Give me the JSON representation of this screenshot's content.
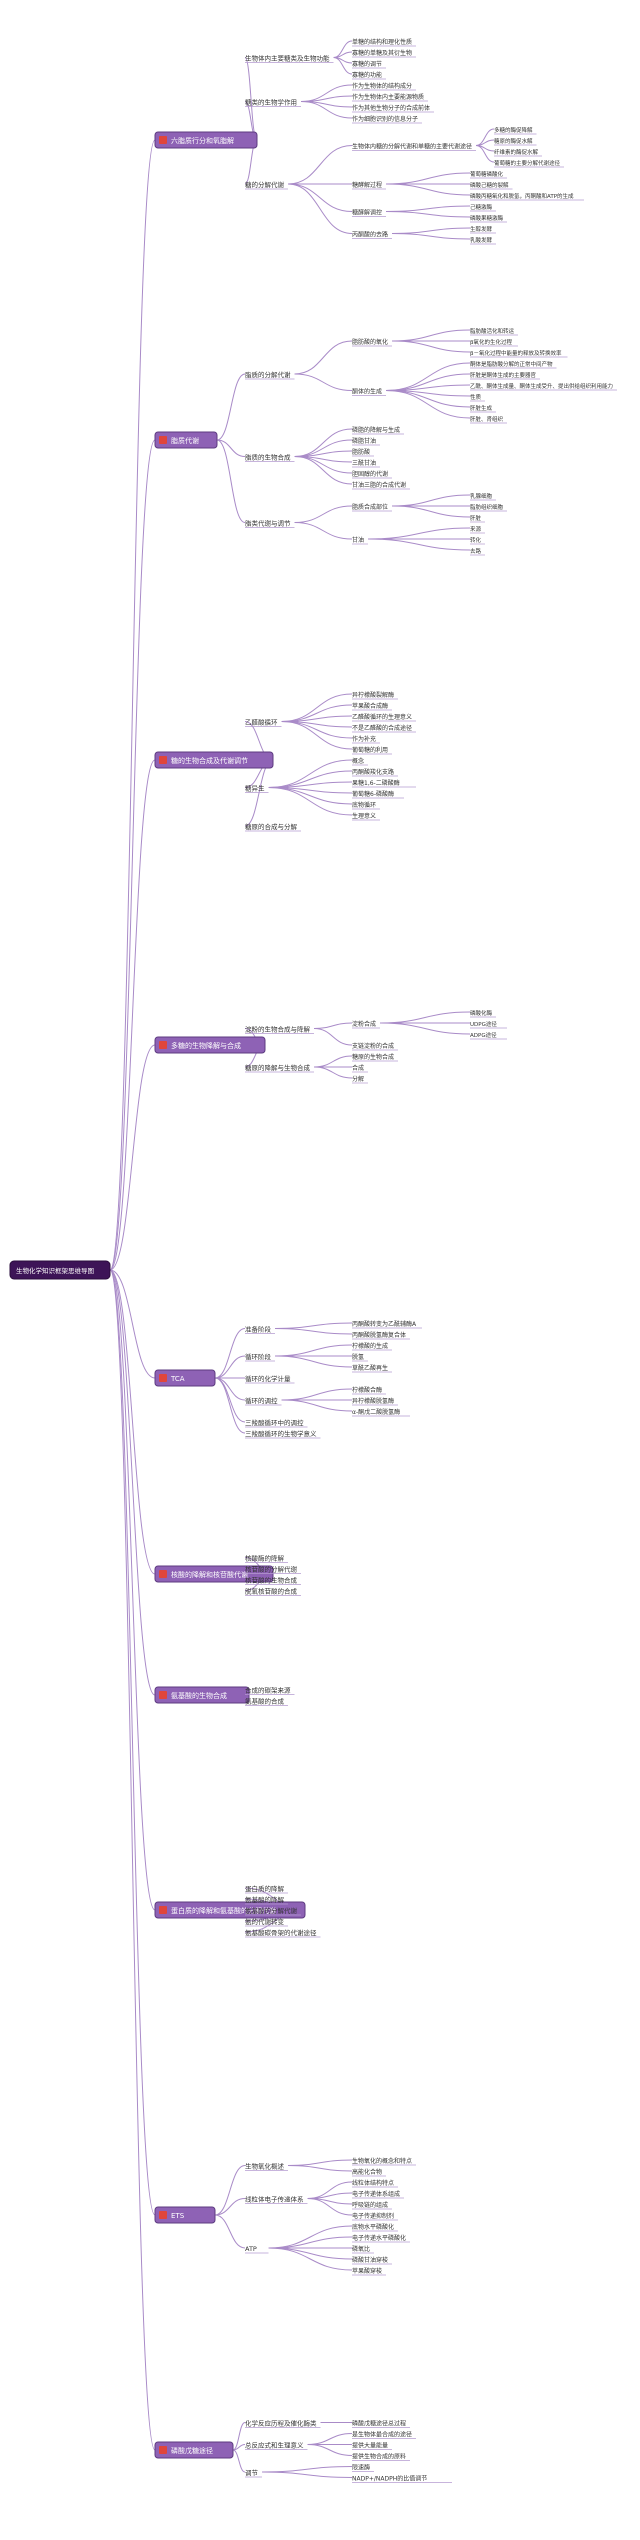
{
  "root": "生物化学知识框架思维导图",
  "branches": [
    {
      "label": "六脂质行分和氧脂解",
      "children": [
        {
          "label": "生物体内主要糖类及生物功能",
          "children": [
            {
              "label": "单糖的结构和理化性质"
            },
            {
              "label": "寡糖的单糖及其衍生物"
            },
            {
              "label": "寡糖的调节"
            },
            {
              "label": "寡糖的功能"
            }
          ]
        },
        {
          "label": "糖类的生物学作用",
          "children": [
            {
              "label": "作为生物体的结构成分"
            },
            {
              "label": "作为生物体内主要能源物质"
            },
            {
              "label": "作为其他生物分子的合成前体"
            },
            {
              "label": "作为细胞识别的信息分子"
            }
          ]
        },
        {
          "label": "糖的分解代谢",
          "children": [
            {
              "label": "生物体内糖的分解代谢和单糖的主要代谢途径",
              "children": [
                {
                  "label": "多糖的酶促降解"
                },
                {
                  "label": "糖原的酶促水解"
                },
                {
                  "label": "纤维素的酶促水解"
                },
                {
                  "label": "葡萄糖的主要分解代谢途径"
                }
              ]
            },
            {
              "label": "糖酵解过程",
              "children": [
                {
                  "label": "葡萄糖磷酸化"
                },
                {
                  "label": "磷酸己糖的裂解"
                },
                {
                  "label": "磷酸丙糖氧化和脱氢，丙酮酸和ATP的生成"
                }
              ]
            },
            {
              "label": "糖酵解调控",
              "children": [
                {
                  "label": "己糖激酶"
                },
                {
                  "label": "磷酸果糖激酶"
                }
              ]
            },
            {
              "label": "丙酮酸的去路",
              "children": [
                {
                  "label": "生醇发酵"
                },
                {
                  "label": "乳酸发酵"
                }
              ]
            }
          ]
        }
      ]
    },
    {
      "label": "脂质代谢",
      "children": [
        {
          "label": "脂质的分解代谢",
          "children": [
            {
              "label": "脂肪酸的氧化",
              "children": [
                {
                  "label": "脂肪酸活化和转运"
                },
                {
                  "label": "β氧化的生化过程"
                },
                {
                  "label": "β－氧化过程中能量的释放及转换效率"
                }
              ]
            },
            {
              "label": "酮体的生成",
              "children": [
                {
                  "label": "酮体是脂肪酸分解的正常中间产物"
                },
                {
                  "label": "肝脏是酮体生成的主要器官"
                },
                {
                  "label": "乙酰、酮体生成量、酮体生成受升、提出供给组织利用能力"
                },
                {
                  "label": "性质"
                },
                {
                  "label": "肝脏生成"
                },
                {
                  "label": "肝脏、肾组织"
                }
              ]
            }
          ]
        },
        {
          "label": "脂质的生物合成",
          "children": [
            {
              "label": "磷脂的降解与生成"
            },
            {
              "label": "磷脂甘油"
            },
            {
              "label": "脂肪酸"
            },
            {
              "label": "三酰甘油"
            },
            {
              "label": "胆固醇的代谢"
            },
            {
              "label": "甘油三脂的合成代谢"
            }
          ]
        },
        {
          "label": "脂类代谢与调节",
          "children": [
            {
              "label": "脂质合成部位",
              "children": [
                {
                  "label": "乳腺细胞"
                },
                {
                  "label": "脂肪组织细胞"
                },
                {
                  "label": "肝脏"
                }
              ]
            },
            {
              "label": "甘油",
              "children": [
                {
                  "label": "来源"
                },
                {
                  "label": "转化"
                },
                {
                  "label": "去路"
                }
              ]
            }
          ]
        }
      ]
    },
    {
      "label": "糖的生物合成及代谢调节",
      "children": [
        {
          "label": "乙醛酸循环",
          "children": [
            {
              "label": "异柠檬酸裂解酶"
            },
            {
              "label": "苹果酸合成酶"
            },
            {
              "label": "乙醛酸循环的生理意义"
            },
            {
              "label": "不是乙醛酸的合成途径"
            },
            {
              "label": "作为补充"
            },
            {
              "label": "葡萄糖的利用"
            }
          ]
        },
        {
          "label": "糖异生",
          "children": [
            {
              "label": "概念"
            },
            {
              "label": "丙酮酸羧化支路"
            },
            {
              "label": "果糖1,6-二磷酸酶"
            },
            {
              "label": "葡萄糖6-磷酸酶"
            },
            {
              "label": "底物循环"
            },
            {
              "label": "生理意义"
            }
          ]
        },
        {
          "label": "糖原的合成与分解"
        }
      ]
    },
    {
      "label": "多糖的生物降解与合成",
      "children": [
        {
          "label": "淀粉的生物合成与降解",
          "children": [
            {
              "label": "淀粉合成",
              "children": [
                {
                  "label": "磷酸化酶"
                },
                {
                  "label": "UDPG途径"
                },
                {
                  "label": "ADPG途径"
                }
              ]
            },
            {
              "label": "支链淀粉的合成"
            }
          ]
        },
        {
          "label": "糖原的降解与生物合成",
          "children": [
            {
              "label": "糖原的生物合成"
            },
            {
              "label": "合成"
            },
            {
              "label": "分解"
            }
          ]
        }
      ]
    },
    {
      "label": "TCA",
      "children": [
        {
          "label": "准备阶段",
          "children": [
            {
              "label": "丙酮酸转变为乙酰辅酶A"
            },
            {
              "label": "丙酮酸脱氢酶复合体"
            }
          ]
        },
        {
          "label": "循环阶段",
          "children": [
            {
              "label": "柠檬酸的生成"
            },
            {
              "label": "脱氢"
            },
            {
              "label": "草酰乙酸再生"
            }
          ]
        },
        {
          "label": "循环的化学计量"
        },
        {
          "label": "循环的调控",
          "children": [
            {
              "label": "柠檬酸合酶"
            },
            {
              "label": "异柠檬酸脱氢酶"
            },
            {
              "label": "α-酮戊二酸脱氢酶"
            }
          ]
        },
        {
          "label": "三羧酸循环中的调控"
        },
        {
          "label": "三羧酸循环的生物学意义"
        }
      ]
    },
    {
      "label": "核酸的降解和核苷酸代谢",
      "children": [
        {
          "label": "核酸酶的降解"
        },
        {
          "label": "核苷酸的分解代谢"
        },
        {
          "label": "核苷酸的生物合成"
        },
        {
          "label": "脱氧核苷酸的合成"
        }
      ]
    },
    {
      "label": "氨基酸的生物合成",
      "children": [
        {
          "label": "合成的碳架来源"
        },
        {
          "label": "氨基酸的合成"
        }
      ]
    },
    {
      "label": "蛋白质的降解和氨基酸的分解代谢",
      "children": [
        {
          "label": "蛋白质的降解"
        },
        {
          "label": "氨基酸的降解"
        },
        {
          "label": "氨基酸的分解代谢"
        },
        {
          "label": "氨的代谢转变"
        },
        {
          "label": "氨基酸碳骨架的代谢途径"
        }
      ]
    },
    {
      "label": "ETS",
      "children": [
        {
          "label": "生物氧化概述",
          "children": [
            {
              "label": "生物氧化的概念和特点"
            },
            {
              "label": "高能化合物"
            }
          ]
        },
        {
          "label": "线粒体电子传递体系",
          "children": [
            {
              "label": "线粒体结构特点"
            },
            {
              "label": "电子传递体系组成"
            },
            {
              "label": "呼吸链的组成"
            },
            {
              "label": "电子传递抑制剂"
            }
          ]
        },
        {
          "label": "ATP",
          "children": [
            {
              "label": "底物水平磷酸化"
            },
            {
              "label": "电子传递水平磷酸化"
            },
            {
              "label": "磷氧比"
            },
            {
              "label": "磷酸甘油穿梭"
            },
            {
              "label": "苹果酸穿梭"
            }
          ]
        }
      ]
    },
    {
      "label": "磷酸戊糖途径",
      "children": [
        {
          "label": "化学反应历程及催化酶类",
          "children": [
            {
              "label": "磷酸戊糖途径总过程"
            }
          ]
        },
        {
          "label": "总反应式和生理意义",
          "children": [
            {
              "label": "是生物体最合成的途径"
            },
            {
              "label": "提供大量能量"
            },
            {
              "label": "提供生物合成的原料"
            }
          ]
        },
        {
          "label": "调节",
          "children": [
            {
              "label": "限速酶"
            },
            {
              "label": "NADP+/NADPH的比值调节"
            }
          ]
        }
      ]
    }
  ]
}
